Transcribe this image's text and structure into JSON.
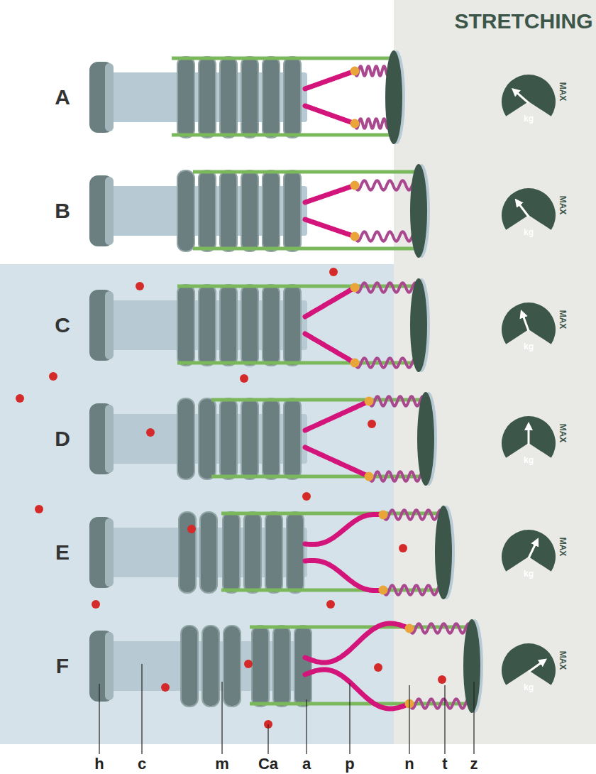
{
  "diagram": {
    "title": "STRETCHING",
    "labels": [
      "A",
      "MAX",
      "kg",
      "B",
      "MAX",
      "kg",
      "C",
      "MAX",
      "kg",
      "D",
      "MAX",
      "kg",
      "E",
      "MAX",
      "kg",
      "F",
      "MAX",
      "kg",
      "h",
      "c",
      "m",
      "Ca",
      "a",
      "p",
      "n",
      "t",
      "z"
    ]
  }
}
